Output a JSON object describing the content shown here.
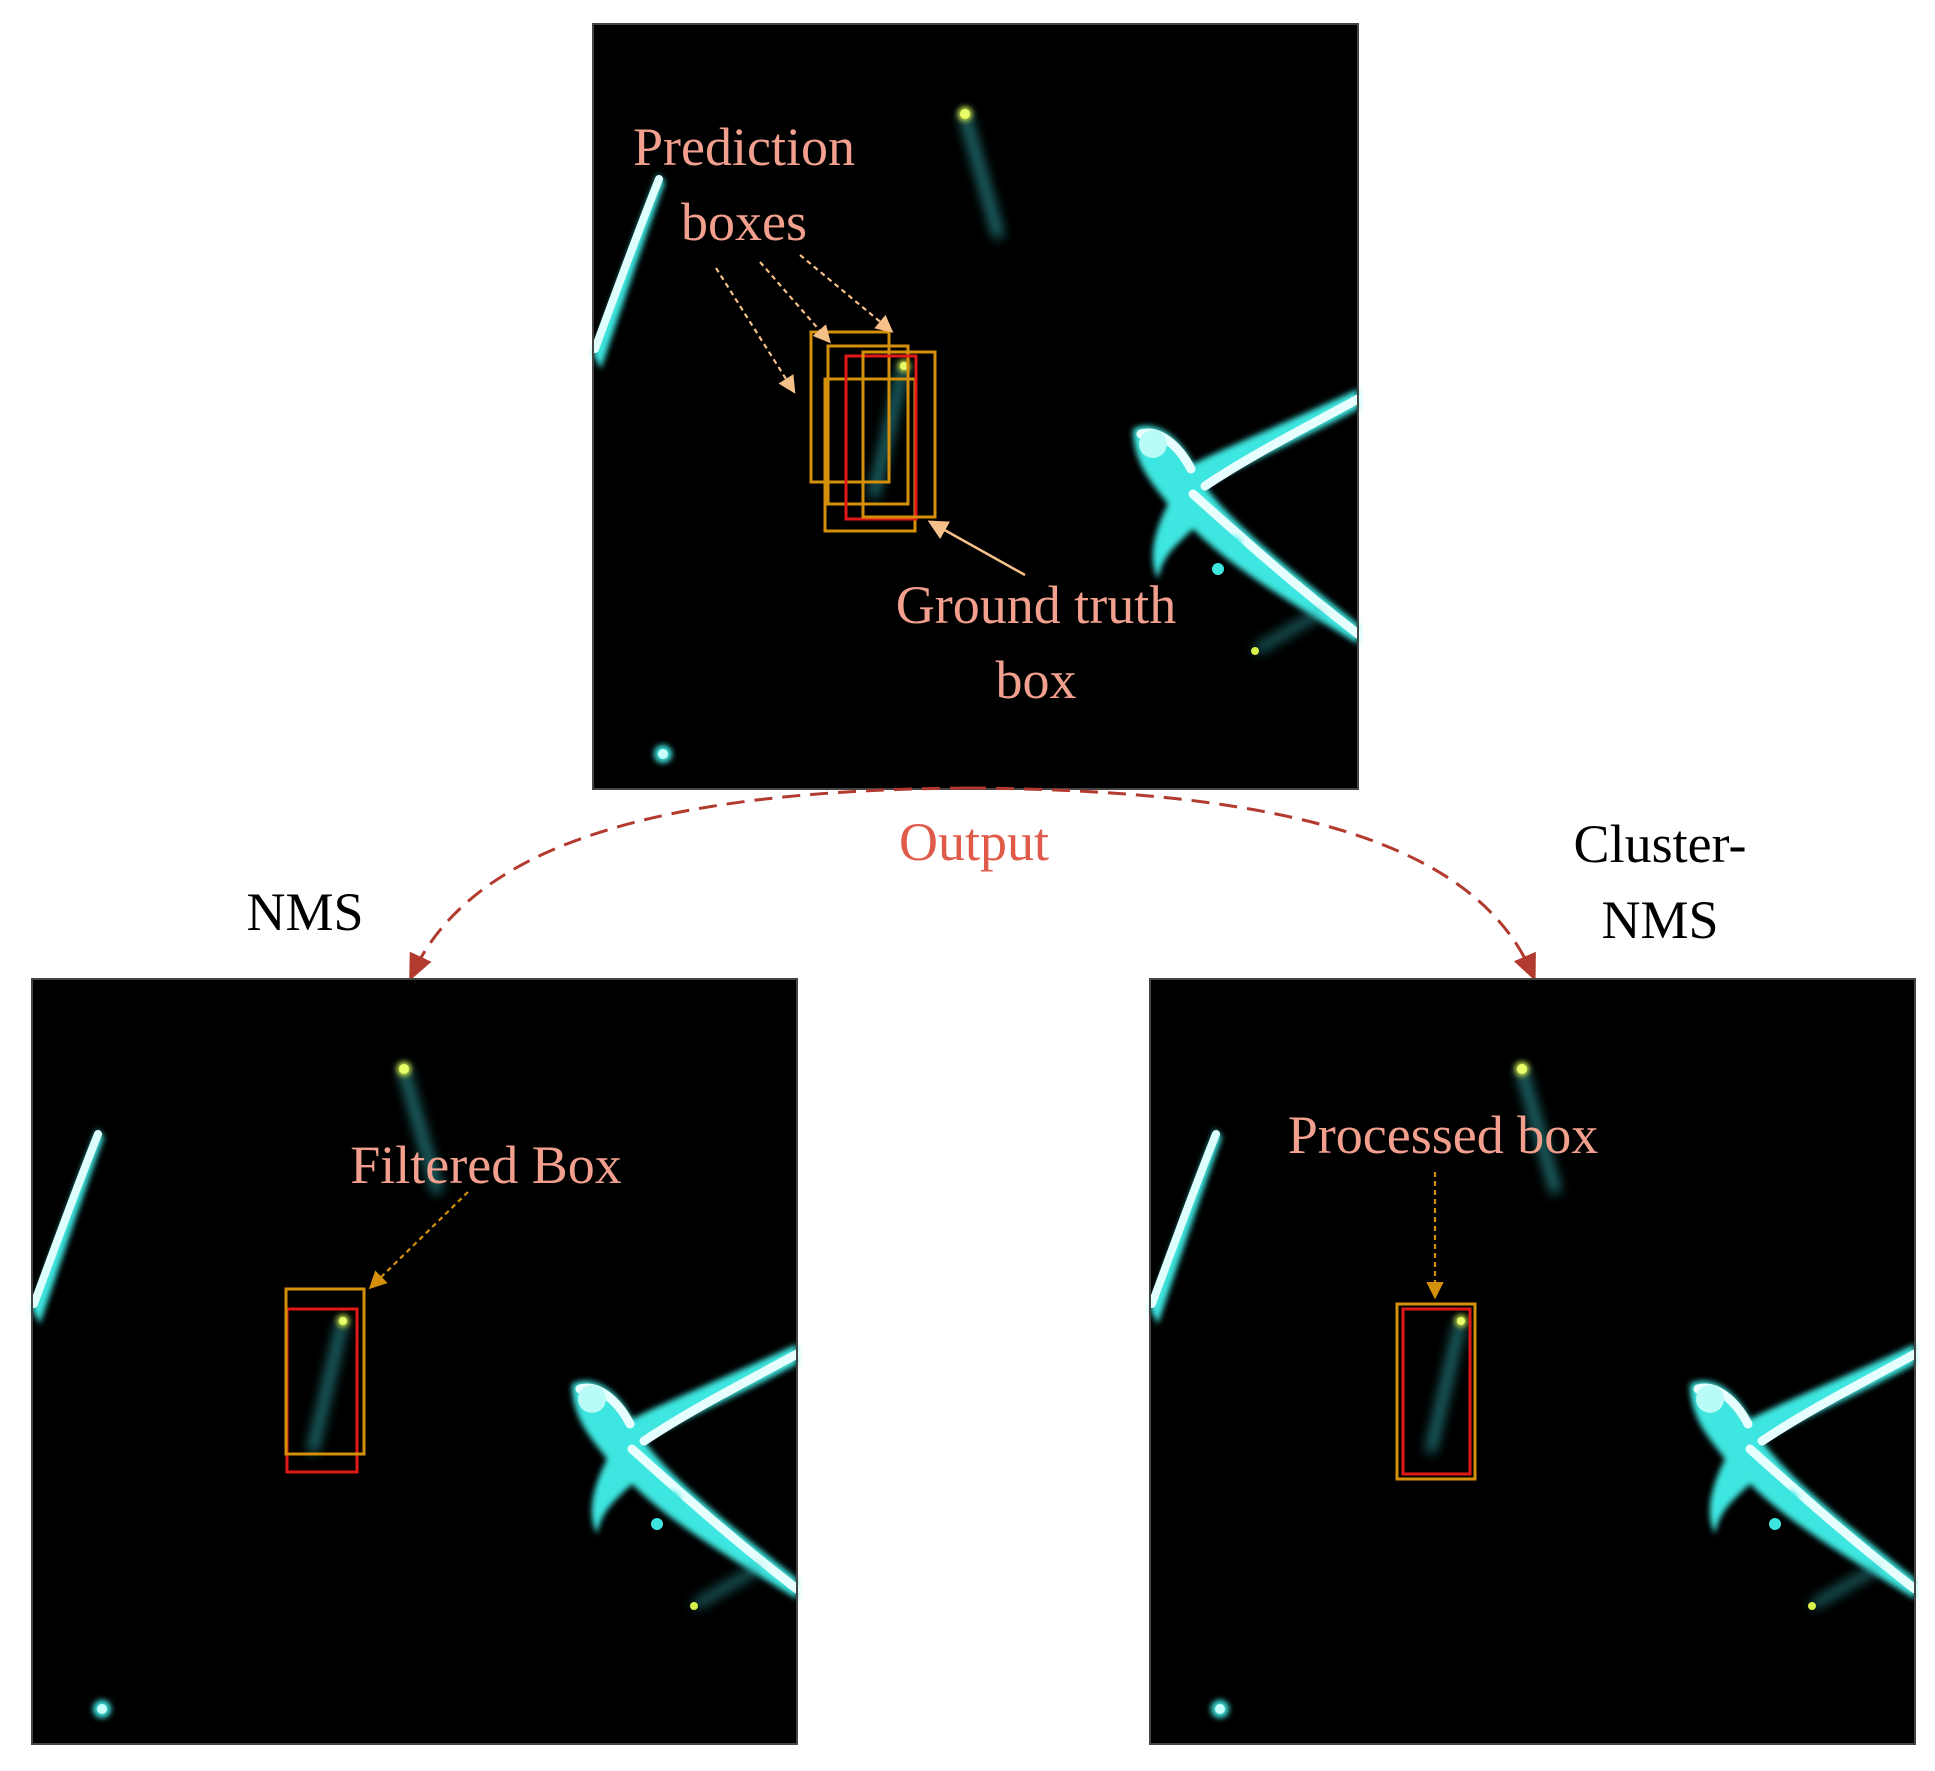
{
  "labels": {
    "prediction_line1": "Prediction",
    "prediction_line2": "boxes",
    "ground_truth_line1": "Ground truth",
    "ground_truth_line2": "box",
    "output": "Output",
    "nms": "NMS",
    "cluster_line1": "Cluster-",
    "cluster_line2": "NMS",
    "filtered_box": "Filtered Box",
    "processed_box": "Processed box"
  },
  "colors": {
    "annotation_text": "#f2a08d",
    "output_text": "#e05a4a",
    "flow_arrow": "#b23a2e",
    "prediction_box": "#d4900a",
    "ground_truth_box": "#e01818",
    "annotation_arrow": "#f5c08a",
    "filter_arrow": "#d4900a",
    "streak": "#3ee6e0",
    "meteor_head": "#d8f04a",
    "panel_bg": "#000000"
  },
  "icons": {
    "flow_arrow": "dashed-curved-arrow",
    "annotation_arrow": "dotted-arrow"
  }
}
